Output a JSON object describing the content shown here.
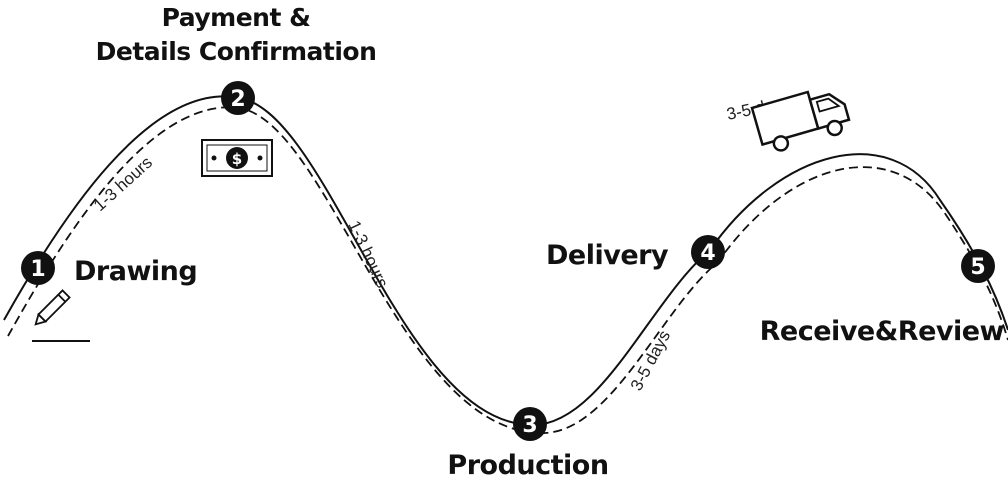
{
  "steps": [
    {
      "number": "1",
      "label": "Drawing"
    },
    {
      "number": "2",
      "label_line1": "Payment &",
      "label_line2": "Details Confirmation"
    },
    {
      "number": "3",
      "label": "Production"
    },
    {
      "number": "4",
      "label": "Delivery"
    },
    {
      "number": "5",
      "label": "Receive&Review"
    }
  ],
  "durations": {
    "drawing_to_payment": "1-3 hours",
    "payment_to_production": "1-3 hours",
    "production_to_delivery": "3-5 days",
    "delivery_truck": "3-5 days"
  },
  "icons": {
    "step1": "pencil-icon",
    "step2": "dollar-bill-icon",
    "delivery": "delivery-truck-icon"
  },
  "colors": {
    "line": "#111111",
    "background": "#ffffff"
  }
}
